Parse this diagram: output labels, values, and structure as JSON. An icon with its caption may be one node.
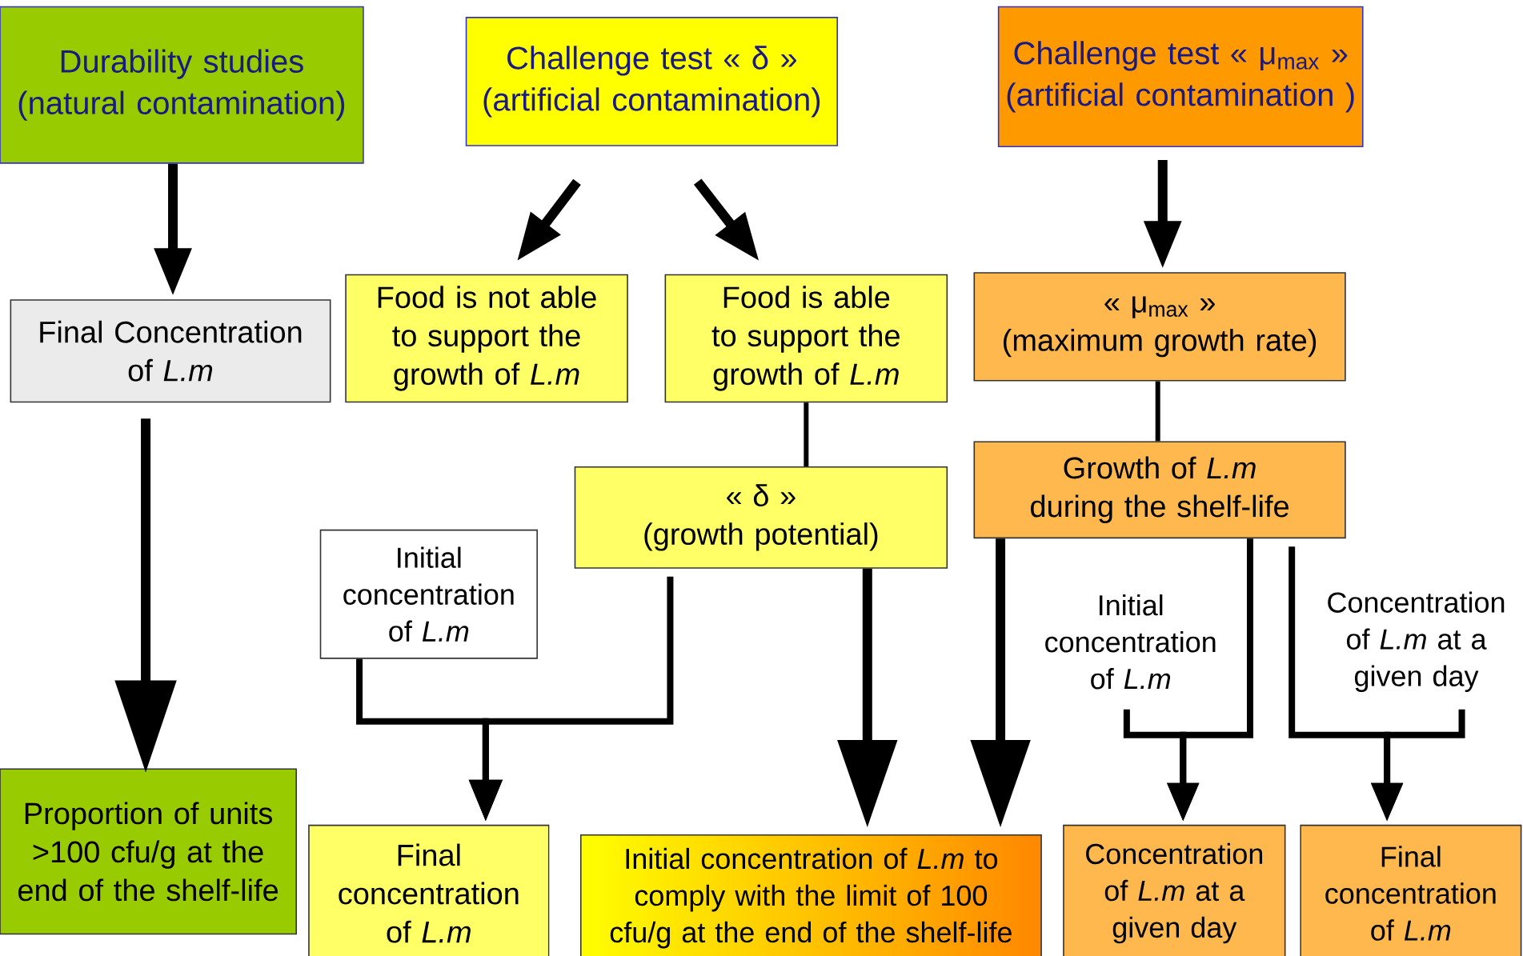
{
  "diagram": {
    "nodes": [
      {
        "text": [
          "Durability studies",
          "(natural contamination)"
        ]
      },
      {
        "text": [
          "Challenge test « δ »",
          "(artificial contamination)"
        ]
      },
      {
        "text": [
          "Challenge test « μ$_{max}$ »",
          "(artificial contamination )"
        ]
      },
      {
        "text": [
          "Final Concentration of *L.m*"
        ]
      },
      {
        "text": [
          "Food is not able to support the growth of *L.m*"
        ]
      },
      {
        "text": [
          "Food is able to support the growth of *L.m*"
        ]
      },
      {
        "text": [
          "« μ$_{max}$ »",
          "(maximum growth rate)"
        ]
      },
      {
        "text": [
          "Growth of *L.m* during the shelf-life"
        ]
      },
      {
        "text": [
          "« δ »",
          "(growth potential)"
        ]
      },
      {
        "text": [
          "Initial concentration of *L.m*"
        ]
      },
      {
        "text": [
          "Initial concentration of *L.m*"
        ]
      },
      {
        "text": [
          "Concentration of *L.m* at a given day"
        ]
      },
      {
        "text": [
          "Proportion of units >100 cfu/g at the end of the shelf-life"
        ]
      },
      {
        "text": [
          "Final concentration of *L.m*"
        ]
      },
      {
        "text": [
          "Initial concentration of *L.m* to comply with the limit of 100 cfu/g at the end of the shelf-life"
        ]
      },
      {
        "text": [
          "Concentration of *L.m* at a given day"
        ]
      },
      {
        "text": [
          "Final concentration of *L.m*"
        ]
      }
    ],
    "edges": [
      {
        "from": 0,
        "to": 3,
        "arrow": "to"
      },
      {
        "from": 1,
        "to": 4,
        "arrow": "to"
      },
      {
        "from": 1,
        "to": 5,
        "arrow": "to"
      },
      {
        "from": 2,
        "to": 6,
        "arrow": "to"
      },
      {
        "from": 3,
        "to": 12,
        "arrow": "to"
      },
      {
        "from": 5,
        "to": 8,
        "arrow": "none"
      },
      {
        "from": 6,
        "to": 7,
        "arrow": "none"
      },
      {
        "from": 9,
        "to": 13,
        "arrow": "to"
      },
      {
        "from": 8,
        "to": 13,
        "arrow": "to"
      },
      {
        "from": 8,
        "to": 14,
        "arrow": "to"
      },
      {
        "from": 7,
        "to": 14,
        "arrow": "to"
      },
      {
        "from": 10,
        "to": 15,
        "arrow": "to"
      },
      {
        "from": 7,
        "to": 15,
        "arrow": "to"
      },
      {
        "from": 7,
        "to": 16,
        "arrow": "to"
      },
      {
        "from": 11,
        "to": 16,
        "arrow": "to"
      }
    ]
  }
}
